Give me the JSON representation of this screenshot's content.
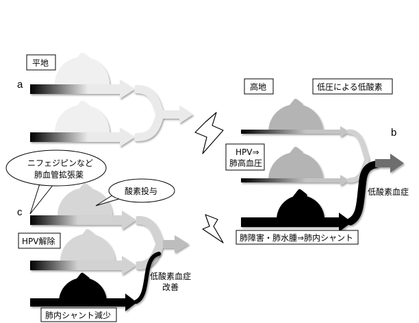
{
  "panels": {
    "a": {
      "letter": "a",
      "label": "平地"
    },
    "b": {
      "letter": "b",
      "label_place": "高地",
      "label_condition": "低圧による低酸素",
      "label_hpv_line1": "HPV⇒",
      "label_hpv_line2": "肺高血圧",
      "label_result": "低酸素血症",
      "label_shunt": "肺障害・肺水腫⇒肺内シャント"
    },
    "c": {
      "letter": "c",
      "bubble_drug_line1": "ニフェジピンなど",
      "bubble_drug_line2": "肺血管拡張薬",
      "bubble_oxygen": "酸素投与",
      "label_hpv": "HPV解除",
      "label_result_line1": "低酸素血症",
      "label_result_line2": "改善",
      "label_shunt": "肺内シャント減少"
    }
  },
  "colors": {
    "normal_flow": "#eaeaea",
    "constricted_flow": "#bdbdbd",
    "shunt_flow": "#000000",
    "outflow_arrow_b": "#6e6e6e",
    "outflow_arrow_c": "#bdbdbd"
  }
}
